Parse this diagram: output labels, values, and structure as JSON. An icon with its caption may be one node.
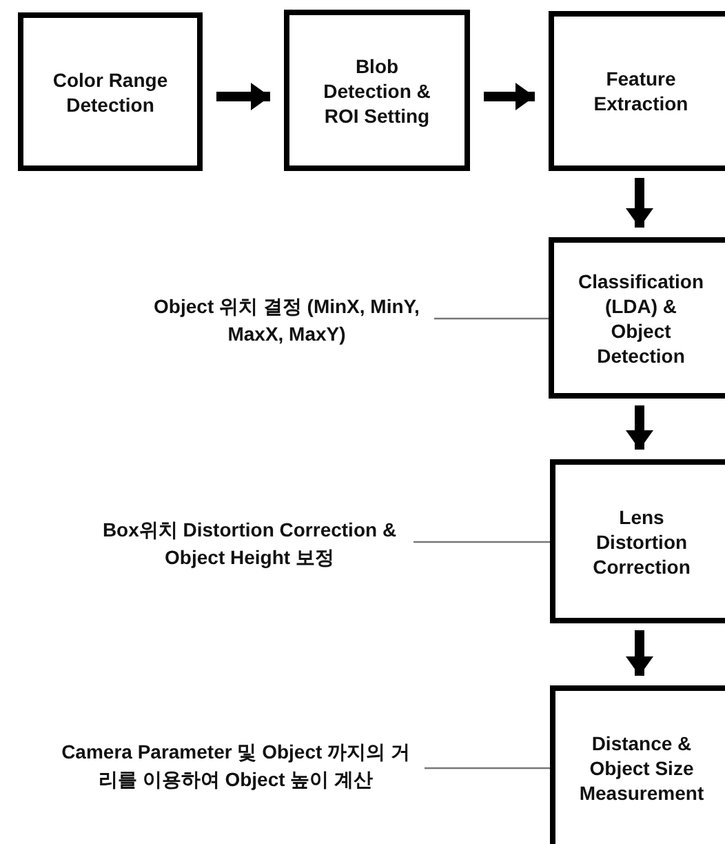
{
  "diagram": {
    "nodes": [
      {
        "text": [
          "Color Range Detection"
        ]
      },
      {
        "text": [
          "Blob Detection & ROI Setting"
        ]
      },
      {
        "text": [
          "Feature Extraction"
        ]
      },
      {
        "text": [
          "Classification (LDA) & Object Detection"
        ]
      },
      {
        "text": [
          "Lens Distortion Correction"
        ]
      },
      {
        "text": [
          "Distance & Object Size Measurement"
        ]
      },
      {
        "text": [
          "Object 위치 결정 (MinX, MinY, MaxX, MaxY)"
        ]
      },
      {
        "text": [
          "Box위치 Distortion Correction & Object Height 보정"
        ]
      },
      {
        "text": [
          "Camera Parameter 및 Object 까지의 거리를 이용하여 Object 높이 계산"
        ]
      }
    ],
    "edges": [
      {
        "from": 0,
        "to": 1,
        "arrow": "to"
      },
      {
        "from": 1,
        "to": 2,
        "arrow": "to"
      },
      {
        "from": 2,
        "to": 3,
        "arrow": "to"
      },
      {
        "from": 3,
        "to": 4,
        "arrow": "to"
      },
      {
        "from": 4,
        "to": 5,
        "arrow": "to"
      },
      {
        "from": 6,
        "to": 3,
        "arrow": "none",
        "color": "#777777"
      },
      {
        "from": 7,
        "to": 4,
        "arrow": "none",
        "color": "#777777"
      },
      {
        "from": 8,
        "to": 5,
        "arrow": "none",
        "color": "#777777"
      }
    ]
  }
}
